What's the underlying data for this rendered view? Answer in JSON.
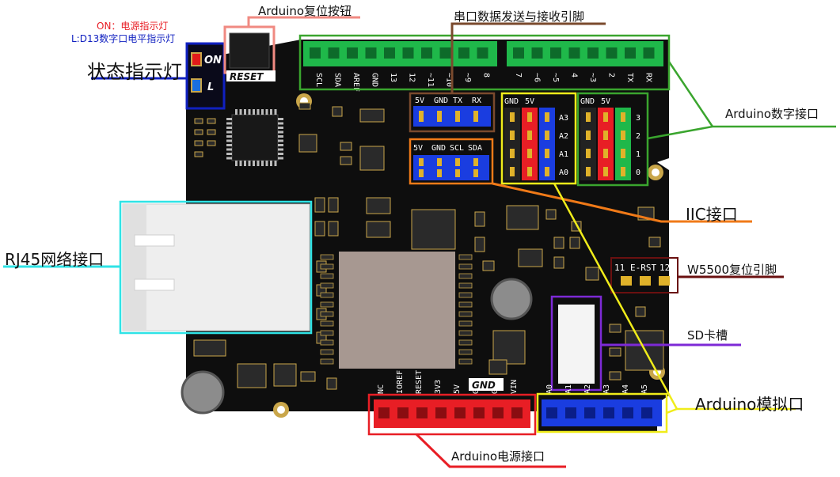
{
  "annotations": {
    "on_indicator": "ON：电源指示灯",
    "l_indicator": "L:D13数字口电平指示灯",
    "status_leds": "状态指示灯",
    "reset_button": "Arduino复位按钮",
    "serial_pins": "串口数据发送与接收引脚",
    "digital_port": "Arduino数字接口",
    "iic_port": "IIC接口",
    "rj45": "RJ45网络接口",
    "w5500_reset": "W5500复位引脚",
    "sd_slot": "SD卡槽",
    "analog_port": "Arduino模拟口",
    "power_port": "Arduino电源接口"
  },
  "board": {
    "led_on_label": "ON",
    "led_l_label": "L",
    "reset_silk": "RESET",
    "gnd_silk": "GND",
    "top_left_pins": [
      "SCL",
      "SDA",
      "AREF",
      "GND",
      "13",
      "12",
      "~11",
      "~10",
      "~9",
      "8"
    ],
    "top_right_pins": [
      "7",
      "~6",
      "~5",
      "4",
      "~3",
      "2",
      "TX",
      "RX"
    ],
    "serial_header": [
      "5V",
      "GND",
      "TX",
      "RX"
    ],
    "iic_header": [
      "5V",
      "GND",
      "SCL",
      "SDA"
    ],
    "analog_block_header": [
      "GND",
      "5V"
    ],
    "analog_block_rows": [
      "A3",
      "A2",
      "A1",
      "A0"
    ],
    "digital_block_header": [
      "GND",
      "5V"
    ],
    "digital_block_rows": [
      "3",
      "2",
      "1",
      "0"
    ],
    "ersts": [
      "11",
      "E-RST",
      "12"
    ],
    "power_pins": [
      "NC",
      "IOREF",
      "RESET",
      "3V3",
      "5V",
      "GND",
      "GND",
      "VIN"
    ],
    "analog_pins": [
      "A0",
      "A1",
      "A2",
      "A3",
      "A4",
      "A5"
    ]
  },
  "colors": {
    "board": "#0e0e0e",
    "green_header": "#1fb84a",
    "red_header": "#e81e25",
    "blue_header": "#1a3de0",
    "chip": "#a79891",
    "rj45_body": "#eeeeee",
    "rj45_box": "#2fe3e6",
    "iic_line": "#f07a18",
    "serial_line": "#7a4a2d",
    "digital_line": "#3aa52e",
    "analog_line": "#f0ec1a",
    "sd_line": "#7d2ad6",
    "w5500_line": "#6a1010",
    "status_line": "#1020c0",
    "reset_line": "#f08a82",
    "power_line": "#e81e25"
  }
}
